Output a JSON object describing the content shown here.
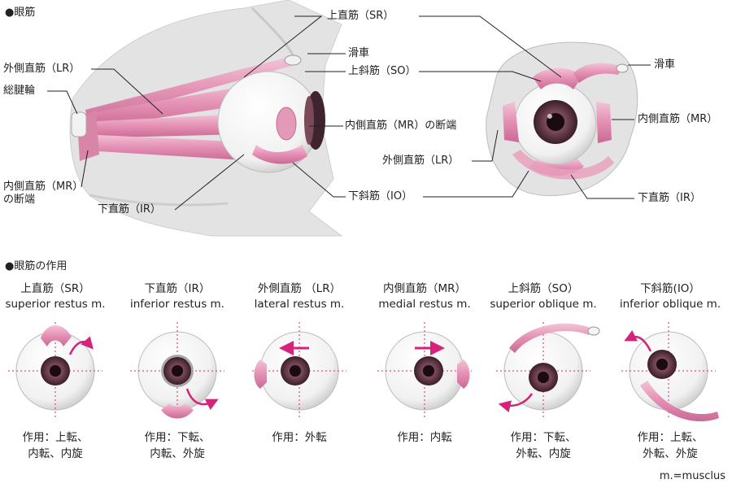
{
  "section1": {
    "title": "●眼筋"
  },
  "section2": {
    "title": "●眼筋の作用"
  },
  "labels": {
    "sr": "上直筋（SR）",
    "trochlea": "滑車",
    "so": "上斜筋（SO）",
    "lr": "外側直筋（LR）",
    "annulus": "総腱輪",
    "mr_cut": "内側直筋（MR）の断端",
    "mr_cut_left": "内側直筋（MR）\nの断端",
    "ir": "下直筋（IR）",
    "io": "下斜筋（IO）",
    "trochlea_front": "滑車",
    "mr_front": "内側直筋（MR）",
    "lr_front": "外側直筋（LR）",
    "ir_front": "下直筋（IR）"
  },
  "actions": [
    {
      "jp": "上直筋（SR）",
      "en": "superior restus m.",
      "effect": "作用：上転、\n内転、内旋"
    },
    {
      "jp": "下直筋（IR）",
      "en": "inferior restus m.",
      "effect": "作用：下転、\n内転、外旋"
    },
    {
      "jp": "外側直筋 （LR）",
      "en": "lateral restus m.",
      "effect": "作用：外転"
    },
    {
      "jp": "内側直筋（MR）",
      "en": "medial restus m.",
      "effect": "作用：内転"
    },
    {
      "jp": "上斜筋（SO）",
      "en": "superior oblique m.",
      "effect": "作用：下転、\n外転、内旋"
    },
    {
      "jp": "下斜筋(IO）",
      "en": "inferior oblique m.",
      "effect": "作用：上転、\n外転、外旋"
    }
  ],
  "footnote": "m.=musclus",
  "colors": {
    "muscle": "#e7a1bd",
    "muscle_dark": "#c56a92",
    "arrow": "#d6227a",
    "bone": "#e6e6e6",
    "iris": "#6a3f4c"
  }
}
